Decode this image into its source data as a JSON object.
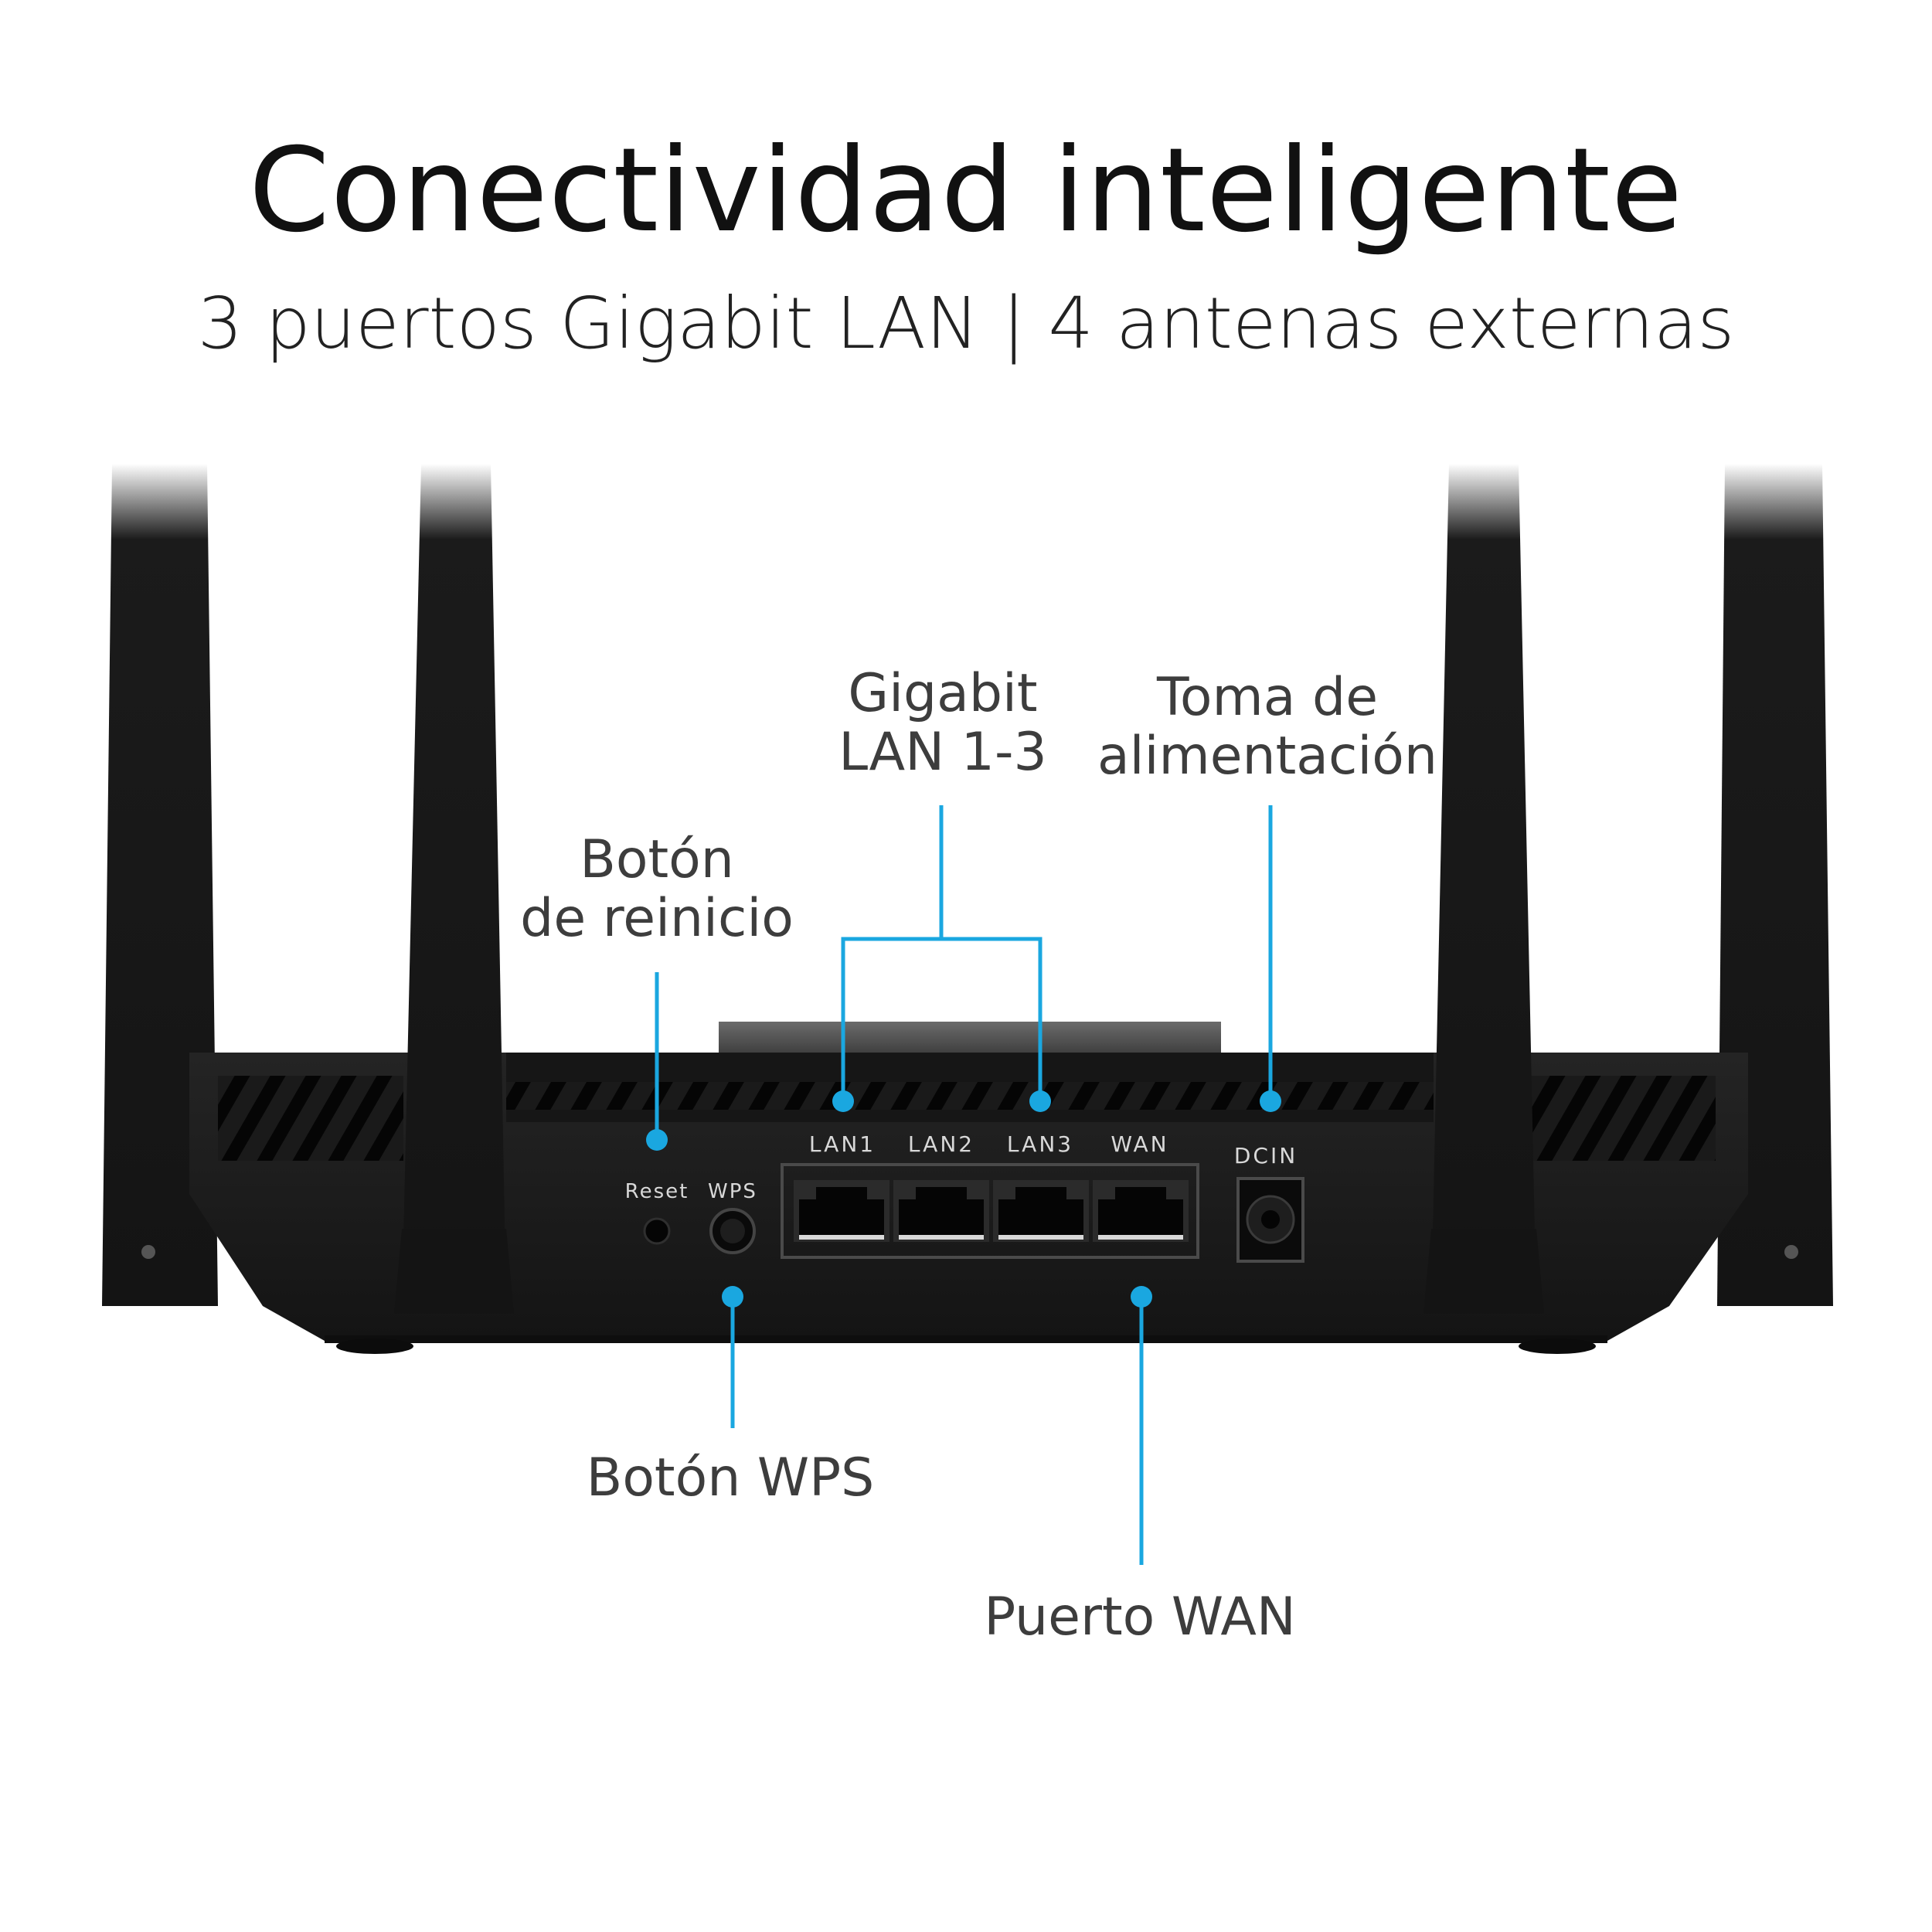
{
  "header": {
    "title": "Conectividad inteligente",
    "subtitle": "3 puertos Gigabit LAN | 4 antenas externas"
  },
  "callouts": {
    "lan": [
      "Gigabit",
      "LAN 1-3"
    ],
    "power": [
      "Toma de",
      "alimentación"
    ],
    "reset": [
      "Botón",
      "de reinicio"
    ],
    "wps": "Botón WPS",
    "wan": "Puerto WAN"
  },
  "device_labels": {
    "reset": "Reset",
    "wps": "WPS",
    "lan1": "LAN1",
    "lan2": "LAN2",
    "lan3": "LAN3",
    "wan": "WAN",
    "dcin": "DCIN"
  },
  "colors": {
    "accent": "#1aa7e0",
    "router_body": "#1b1b1b",
    "label_text": "#3d3d3d"
  }
}
